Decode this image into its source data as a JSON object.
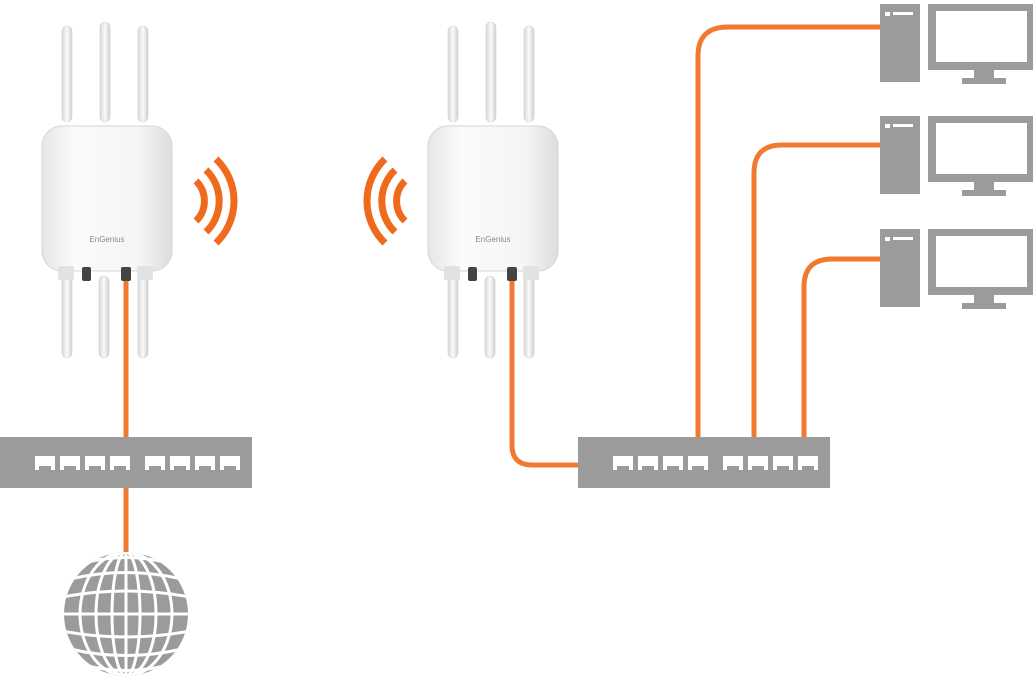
{
  "diagram": {
    "access_points": [
      {
        "id": "ap-left",
        "brand_label": "EnGenius"
      },
      {
        "id": "ap-right",
        "brand_label": "EnGenius"
      }
    ],
    "switches": [
      {
        "id": "switch-left",
        "ports": 8
      },
      {
        "id": "switch-right",
        "ports": 8
      }
    ],
    "computers": 3,
    "colors": {
      "cable": "#f07a2f",
      "signal": "#f06a1e",
      "device_gray": "#9b9b9b",
      "port_white": "#ffffff",
      "ap_body": "#f4f4f4",
      "antenna": "#eeeeee",
      "connector": "#444444"
    },
    "icons": [
      "wifi-signal-icon",
      "globe-icon",
      "computer-tower-icon",
      "monitor-icon",
      "network-switch-icon",
      "access-point-icon"
    ]
  }
}
